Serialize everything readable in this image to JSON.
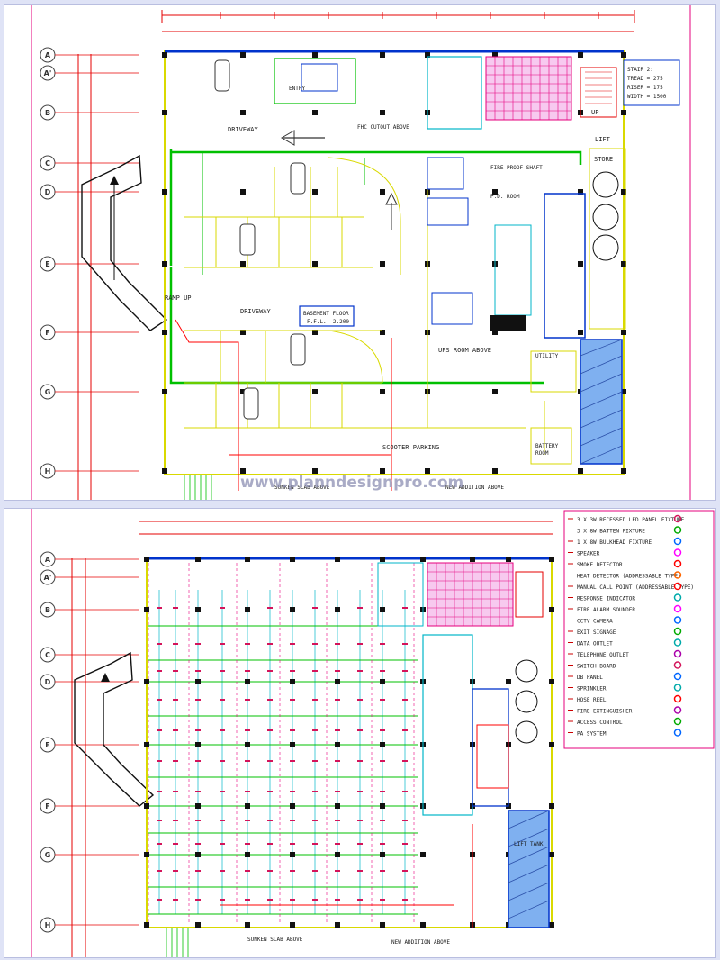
{
  "watermark": "www.planndesignpro.com",
  "grid_rows_top": [
    "A",
    "A'",
    "B",
    "C",
    "D",
    "E",
    "F",
    "G",
    "H"
  ],
  "grid_rows_bottom": [
    "A",
    "A'",
    "B",
    "C",
    "D",
    "E",
    "F",
    "G",
    "H"
  ],
  "top_plan": {
    "driveway_1": "DRIVEWAY",
    "driveway_2": "DRIVEWAY",
    "ramp": "RAMP UP",
    "entry": "ENTRY",
    "fhc_cutout": "FHC CUTOUT ABOVE",
    "basement_title": "BASEMENT FLOOR",
    "basement_level": "F.F.L. -2.200",
    "ups_room": "UPS ROOM ABOVE",
    "scooter": "SCOOTER PARKING",
    "sunken_slab": "SUNKEN SLAB ABOVE",
    "new_addition": "NEW ADDITION ABOVE",
    "fire_proof": "FIRE PROOF SHAFT",
    "pump_room": "P.D. ROOM",
    "lift": "LIFT",
    "store": "STORE",
    "battery_1": "BATTERY",
    "battery_2": "ROOM",
    "utility": "UTILITY",
    "stair_1": "STAIR 2:",
    "stair_2": "TREAD = 275",
    "stair_3": "RISER = 175",
    "stair_4": "WIDTH = 1500",
    "up": "UP"
  },
  "bottom_plan": {
    "sunken_slab": "SUNKEN SLAB ABOVE",
    "new_addition": "NEW ADDITION ABOVE",
    "lift_tank": "LIFT TANK"
  },
  "legend": [
    {
      "text": "3 X 3W RECESSED LED PANEL FIXTURE",
      "color": "#d4145a"
    },
    {
      "text": "3 X 8W BATTEN FIXTURE",
      "color": "#00aa00"
    },
    {
      "text": "1 X 8W BULKHEAD FIXTURE",
      "color": "#0066ff"
    },
    {
      "text": "SPEAKER",
      "color": "#ff00ff"
    },
    {
      "text": "SMOKE DETECTOR",
      "color": "#ff0000"
    },
    {
      "text": "HEAT DETECTOR (ADDRESSABLE TYPE)",
      "color": "#ff6600"
    },
    {
      "text": "MANUAL CALL POINT (ADDRESSABLE TYPE)",
      "color": "#ff0000"
    },
    {
      "text": "RESPONSE INDICATOR",
      "color": "#00aaaa"
    },
    {
      "text": "FIRE ALARM SOUNDER",
      "color": "#ff00ff"
    },
    {
      "text": "CCTV CAMERA",
      "color": "#0066ff"
    },
    {
      "text": "EXIT SIGNAGE",
      "color": "#00aa00"
    },
    {
      "text": "DATA OUTLET",
      "color": "#00aaaa"
    },
    {
      "text": "TELEPHONE OUTLET",
      "color": "#aa00aa"
    },
    {
      "text": "SWITCH BOARD",
      "color": "#d4145a"
    },
    {
      "text": "DB PANEL",
      "color": "#0066ff"
    },
    {
      "text": "SPRINKLER",
      "color": "#00aaaa"
    },
    {
      "text": "HOSE REEL",
      "color": "#ff0000"
    },
    {
      "text": "FIRE EXTINGUISHER",
      "color": "#aa00aa"
    },
    {
      "text": "ACCESS CONTROL",
      "color": "#00aa00"
    },
    {
      "text": "PA SYSTEM",
      "color": "#0066ff"
    }
  ],
  "colors": {
    "wall": "#1a1a1a",
    "yellow": "#d9d900",
    "green": "#00c000",
    "cyan": "#00b6c8",
    "magenta": "#e6007e",
    "red": "#ff0000",
    "blue": "#0033cc"
  }
}
